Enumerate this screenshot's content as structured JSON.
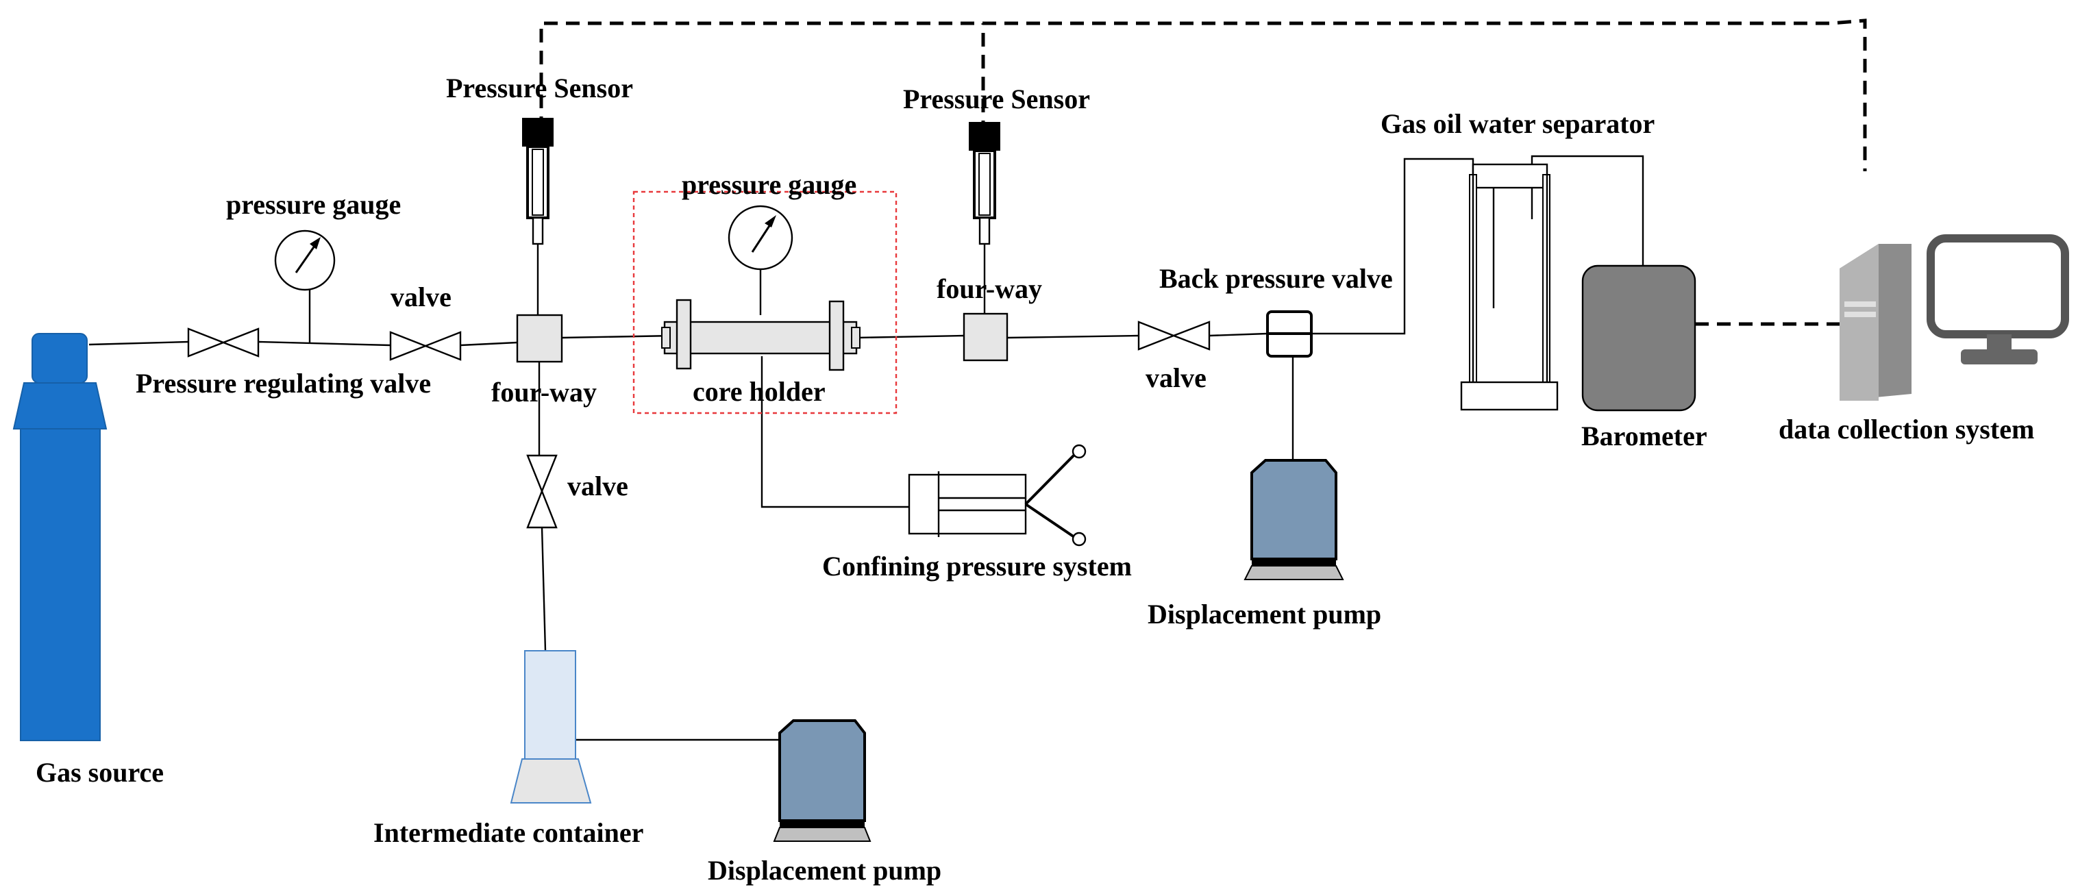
{
  "labels": {
    "gas_source": "Gas source",
    "pressure_regulating_valve": "Pressure regulating valve",
    "pressure_gauge_left": "pressure gauge",
    "valve_top_left": "valve",
    "pressure_sensor_left": "Pressure Sensor",
    "four_way_left": "four-way",
    "valve_vertical": "valve",
    "intermediate_container": "Intermediate container",
    "displacement_pump_bottom": "Displacement pump",
    "pressure_gauge_core": "pressure gauge",
    "core_holder": "core holder",
    "confining_pressure_system": "Confining pressure system",
    "pressure_sensor_right": "Pressure Sensor",
    "four_way_right": "four-way",
    "back_pressure_valve": "Back pressure valve",
    "valve_right": "valve",
    "displacement_pump_right": "Displacement pump",
    "gas_oil_water_separator": "Gas oil water separator",
    "barometer": "Barometer",
    "data_collection_system": "data collection system"
  },
  "colors": {
    "gas_cylinder": "#1a72c9",
    "pump_body": "#7a97b4",
    "pump_base": "#c0c0c0",
    "barometer": "#7f7f7f",
    "fitting": "#e6e6e6",
    "highlight_box": "#e8393c",
    "container": "#dde8f5"
  }
}
